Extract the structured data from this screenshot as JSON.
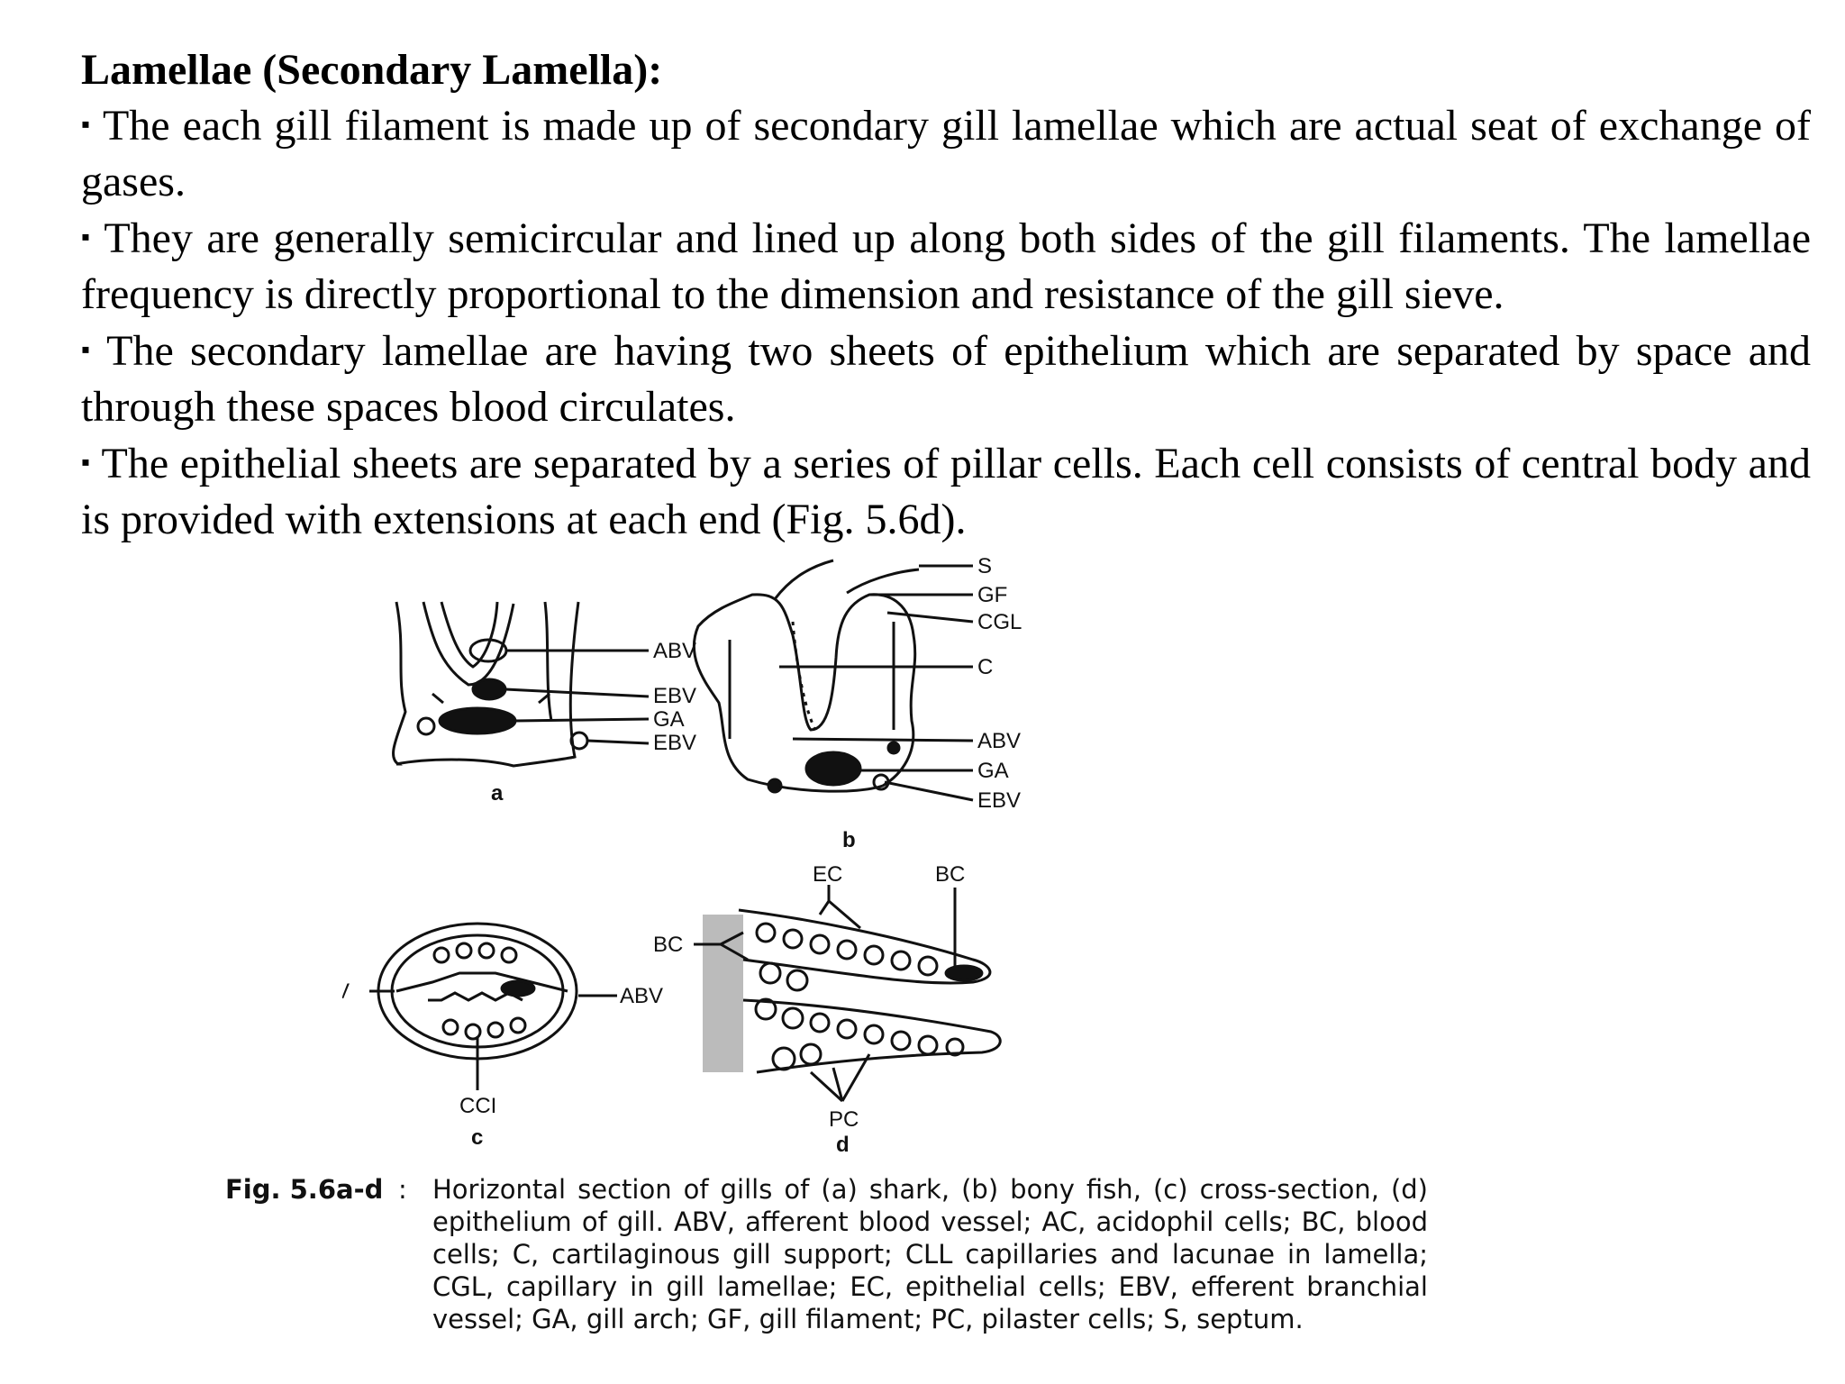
{
  "heading": "Lamellae (Secondary Lamella):",
  "bullet_glyph": "▪",
  "paragraphs": [
    "The each gill filament is made up of secondary gill lamellae which are actual seat of exchange of gases.",
    "They are generally semicircular and lined up along both sides of the gill filaments. The lamellae frequency is directly proportional to the dimension and resistance of the gill sieve.",
    "The secondary lamellae are having two sheets of epithelium which are separated by space and through these spaces blood circulates.",
    "The epithelial sheets are separated by a series of pillar cells. Each cell consists of central body and is provided with extensions at each end (Fig. 5.6d)."
  ],
  "figure": {
    "panel_a": {
      "sublabel": "a",
      "labels": [
        "ABV",
        "EBV",
        "GA",
        "EBV"
      ]
    },
    "panel_b": {
      "sublabel": "b",
      "labels": [
        "S",
        "GF",
        "CGL",
        "C",
        "ABV",
        "GA",
        "EBV"
      ]
    },
    "panel_c": {
      "sublabel": "c",
      "labels": [
        "EBV",
        "ABV",
        "CCI"
      ]
    },
    "panel_d": {
      "sublabel": "d",
      "labels": [
        "EC",
        "BC",
        "BC",
        "PC"
      ]
    }
  },
  "caption": {
    "label": "Fig. 5.6a-d",
    "separator": ":",
    "text": "Horizontal section of gills of (a) shark, (b) bony fish, (c) cross-section, (d) epithelium of gill. ABV, afferent blood vessel; AC, acidophil cells; BC, blood cells; C, cartilaginous gill support; CLL capillaries and lacunae in lamella; CGL, capillary in gill lamellae; EC, epithelial cells; EBV, efferent branchial vessel; GA, gill arch; GF, gill filament; PC, pilaster cells; S, septum."
  },
  "colors": {
    "text": "#000000",
    "ink": "#111111",
    "background": "#ffffff"
  }
}
